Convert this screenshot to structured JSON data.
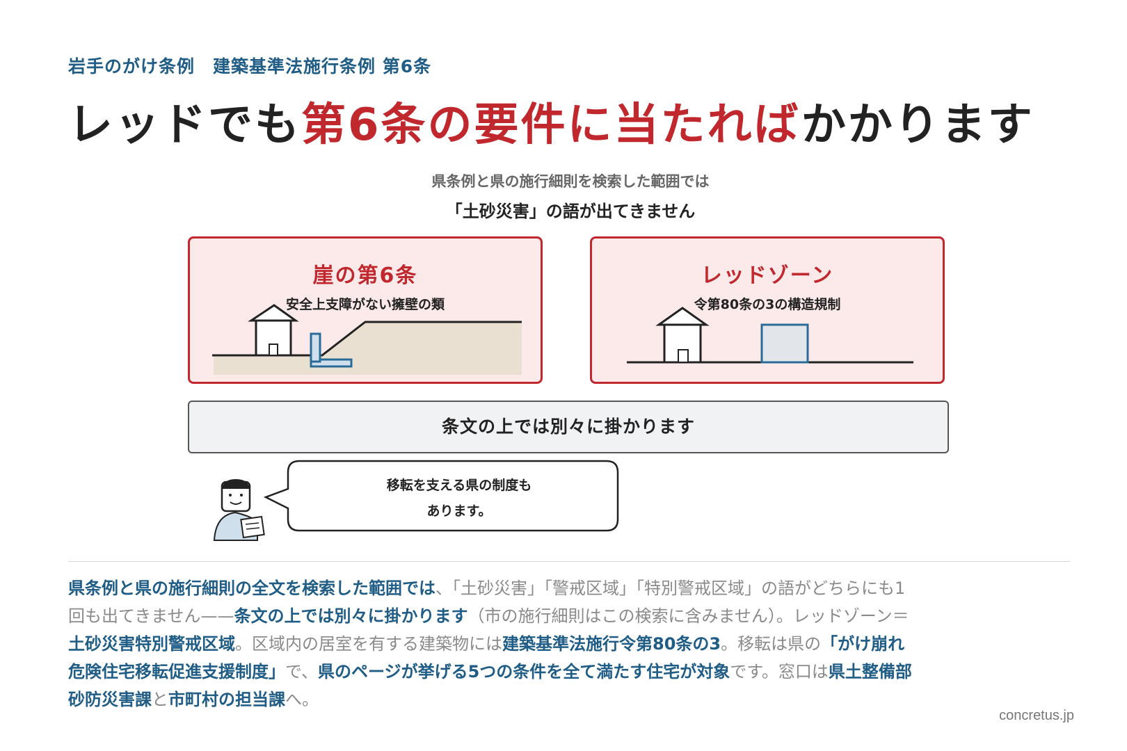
{
  "kicker": "岩手のがけ条例　建築基準法施行条例 第6条",
  "headline": {
    "before": "レッドでも",
    "highlight": "第6条の要件に当たれば",
    "after": "かかります"
  },
  "subtitle": {
    "line1": "県条例と県の施行細則を検索した範囲では",
    "line2": "「土砂災害」の語が出てきません"
  },
  "cards": [
    {
      "title": "崖の第6条",
      "subtitle": "安全上支障がない擁壁の類"
    },
    {
      "title": "レッドゾーン",
      "subtitle": "令第80条の3の構造規制"
    }
  ],
  "summary_bar": "条文の上では別々に掛かります",
  "speech_bubble": {
    "line1": "移転を支える県の制度も",
    "line2": "あります。"
  },
  "body": {
    "s1": "県条例と県の施行細則の全文を検索した範囲では",
    "s2": "、「土砂災害」「警戒区域」「特別警戒区域」の語がどちらにも1回も出てきません——",
    "s3": "条文の上では別々に掛かります",
    "s4": "（市の施行細則はこの検索に含みません）。レッドゾーン＝",
    "s5": "土砂災害特別警戒区域",
    "s6": "。区域内の居室を有する建築物には",
    "s7": "建築基準法施行令第80条の3",
    "s8": "。移転は県の",
    "s9": "「がけ崩れ危険住宅移転促進支援制度」",
    "s10": "で、",
    "s11": "県のページが挙げる5つの条件を全て満たす住宅が対象",
    "s12": "です。窓口は",
    "s13": "県土整備部砂防災害課",
    "s14": "と",
    "s15": "市町村の担当課",
    "s16": "へ。"
  },
  "credit": "concretus.jp",
  "colors": {
    "accent_red": "#c0282d",
    "accent_blue": "#1f5c86",
    "card_bg": "#fce9ea"
  }
}
